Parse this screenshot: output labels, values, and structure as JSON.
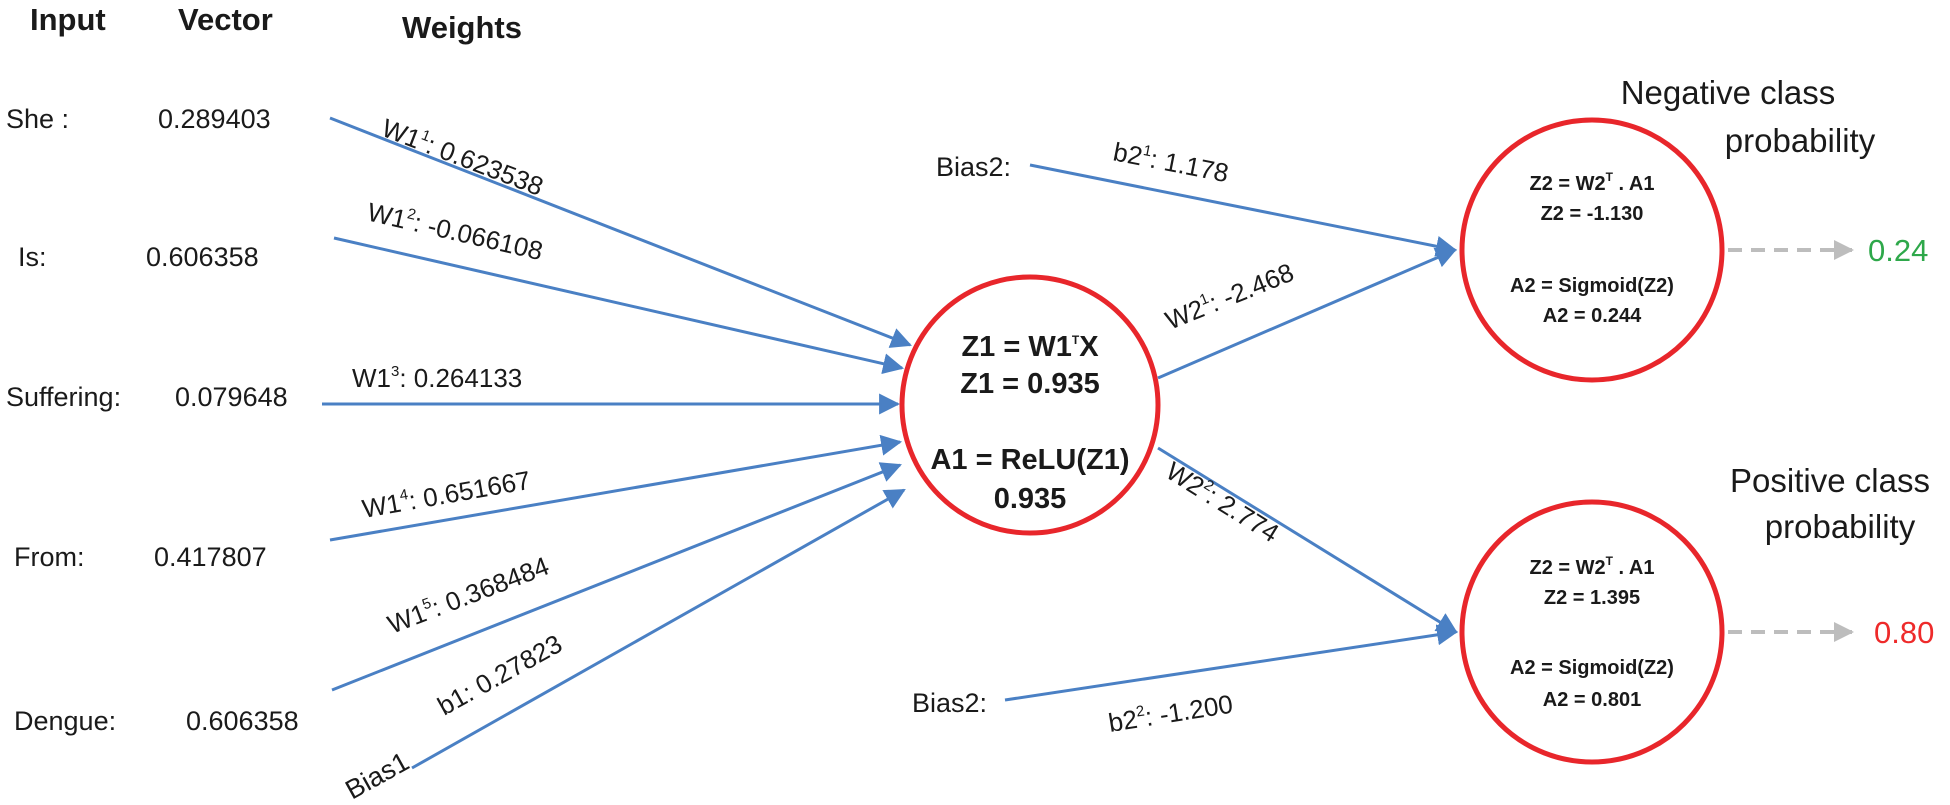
{
  "headers": {
    "input": "Input",
    "vector": "Vector",
    "weights": "Weights"
  },
  "inputs": [
    {
      "token": "She :",
      "value": "0.289403"
    },
    {
      "token": "Is:",
      "value": "0.606358"
    },
    {
      "token": "Suffering:",
      "value": "0.079648"
    },
    {
      "token": "From:",
      "value": "0.417807"
    },
    {
      "token": "Dengue:",
      "value": "0.606358"
    }
  ],
  "bias1": "Bias1",
  "weights1": [
    {
      "label": "W1",
      "sup": "1",
      "value": ": 0.623538"
    },
    {
      "label": "W1",
      "sup": "2",
      "value": ": -0.066108"
    },
    {
      "label": "W1",
      "sup": "3",
      "value": ": 0.264133"
    },
    {
      "label": "W1",
      "sup": "4",
      "value": ": 0.651667"
    },
    {
      "label": "W1",
      "sup": "5",
      "value": ": 0.368484"
    }
  ],
  "b1": "b1: 0.27823",
  "hidden": {
    "z1_formula_a": "Z1 = W1",
    "z1_formula_sup": "T",
    "z1_formula_b": "X",
    "z1_value": "Z1 = 0.935",
    "a1_formula": "A1 = ReLU(Z1)",
    "a1_value": "0.935"
  },
  "bias2_top": "Bias2:",
  "bias2_bottom": "Bias2:",
  "b2_top": {
    "label": "b2",
    "sup": "1",
    "value": ": 1.178"
  },
  "b2_bottom": {
    "label": "b2",
    "sup": "2",
    "value": ": -1.200"
  },
  "w2_top": {
    "label": "W2",
    "sup": "1",
    "value": ": -2.468"
  },
  "w2_bottom": {
    "label": "W2",
    "sup": "2",
    "value": ": 2.774"
  },
  "output_neg": {
    "z2_formula_a": "Z2 = W2",
    "z2_formula_sup": "T",
    "z2_formula_b": " . A1",
    "z2_value": "Z2 = -1.130",
    "a2_formula": "A2 = Sigmoid(Z2)",
    "a2_value": "A2 = 0.244"
  },
  "output_pos": {
    "z2_formula_a": "Z2 = W2",
    "z2_formula_sup": "T",
    "z2_formula_b": " . A1",
    "z2_value": "Z2 = 1.395",
    "a2_formula": "A2 = Sigmoid(Z2)",
    "a2_value": "A2 = 0.801"
  },
  "neg_label": {
    "line1": "Negative class",
    "line2": "probability"
  },
  "pos_label": {
    "line1": "Positive class",
    "line2": "probability"
  },
  "neg_prob": "0.24",
  "pos_prob": "0.80",
  "colors": {
    "edge": "#4a80c4",
    "node_border": "#e8262b",
    "neg_prob": "#2ea84a",
    "pos_prob": "#ee2a2a",
    "dashed_arrow": "#bdbdbd"
  }
}
